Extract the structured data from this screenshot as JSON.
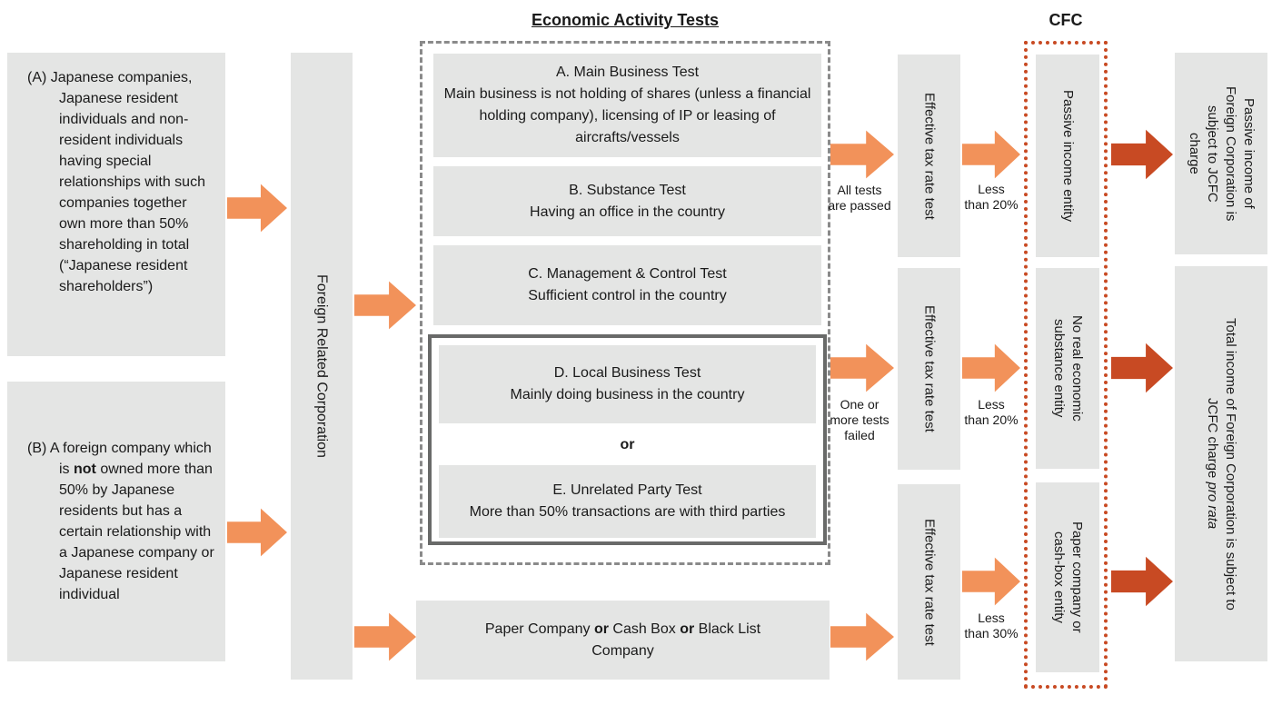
{
  "header": {
    "tests_title": "Economic Activity Tests",
    "cfc_title": "CFC"
  },
  "left": {
    "a_prefix": "(A)",
    "a_text": "Japanese companies, Japanese resident individuals and non-resident individuals having special relationships with such companies together own more than 50% shareholding in total (“Japanese resident shareholders”)",
    "b_prefix": "(B)",
    "b_1": "A foreign company which is ",
    "b_bold": "not",
    "b_2": " owned more than 50% by Japanese residents but has a certain relationship with a Japanese company or Japanese resident individual"
  },
  "frc": {
    "label": "Foreign Related Corporation"
  },
  "tests": {
    "a_title": "A. Main Business Test",
    "a_desc": "Main business is not holding of shares (unless a financial holding company), licensing of IP or leasing of aircrafts/vessels",
    "b_title": "B. Substance Test",
    "b_desc": "Having an office in the country",
    "c_title": "C. Management & Control Test",
    "c_desc": "Sufficient control in the country",
    "d_title": "D. Local Business Test",
    "d_desc": "Mainly doing business in the country",
    "or_label": "or",
    "e_title": "E. Unrelated Party Test",
    "e_desc": "More than 50% transactions are with third parties"
  },
  "paper": {
    "t1": "Paper Company ",
    "or1": "or",
    "t2": " Cash Box ",
    "or2": "or",
    "t3": " Black List Company"
  },
  "labels": {
    "all_passed": "All tests\nare passed",
    "one_failed": "One or\nmore tests\nfailed",
    "less20_row1": "Less\nthan 20%",
    "less20_row2": "Less\nthan 20%",
    "less30_row3": "Less\nthan 30%"
  },
  "etr": [
    "Effective tax rate test",
    "Effective tax rate test",
    "Effective tax rate test"
  ],
  "entities": [
    "Passive income entity",
    "No real economic\nsubstance entity",
    "Paper company or\ncash-box entity"
  ],
  "outcomes": {
    "passive": "Passive income of\nForeign Corporation is\nsubject to JCFC\ncharge",
    "total_text": "Total income of Foreign Corporation is subject to\nJCFC charge ",
    "total_italic": "pro rata"
  },
  "colors": {
    "arrow_light": "#f2925a",
    "arrow_dark": "#c84a23",
    "box_gray": "#e4e5e4",
    "dashed_border": "#8a8a8a",
    "solid_border": "#696a69",
    "cfc_border": "#c84a23"
  }
}
